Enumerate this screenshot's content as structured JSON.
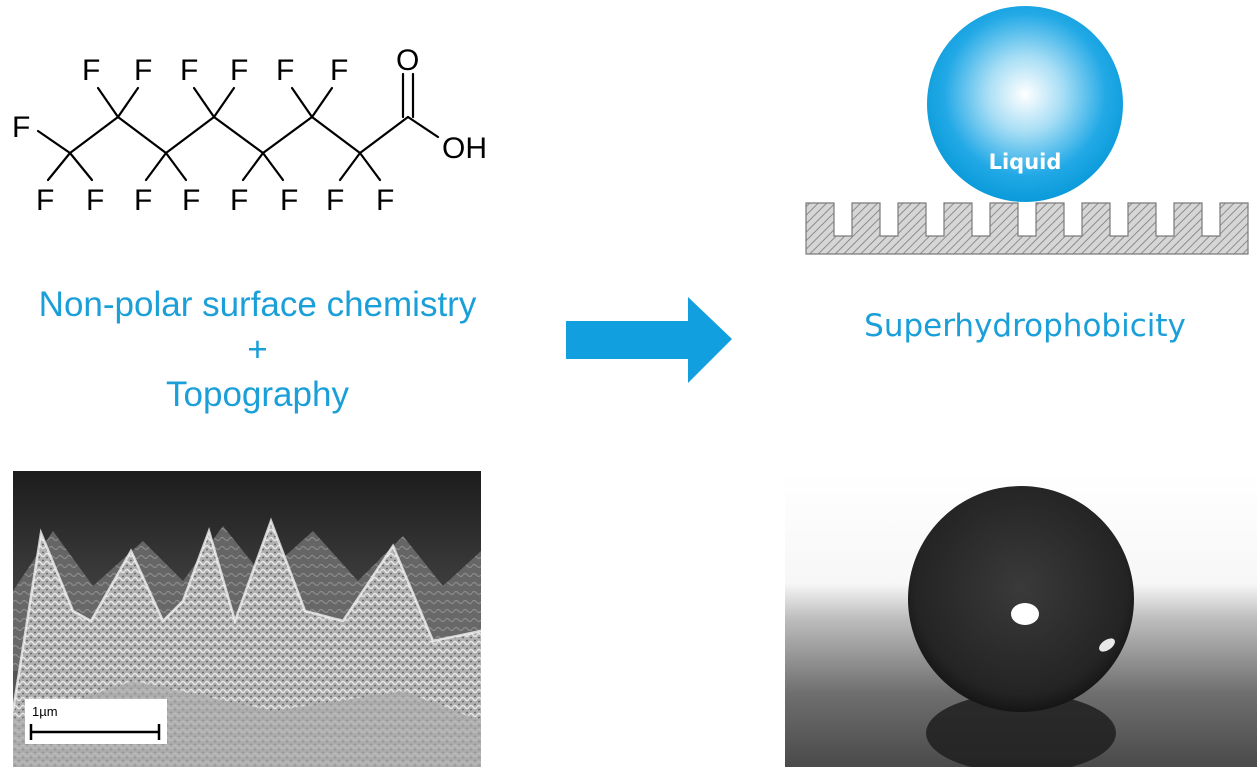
{
  "molecule": {
    "atoms": {
      "fluorine": "F",
      "oxygen": "O",
      "hydroxyl": "OH"
    }
  },
  "left_caption": {
    "line1": "Non-polar surface chemistry",
    "line2": "+",
    "line3": "Topography"
  },
  "right_caption": "Superhydrophobicity",
  "droplet": {
    "label": "Liquid"
  },
  "sem": {
    "scale_label": "1µm"
  },
  "colors": {
    "accent": "#1a9fd9",
    "droplet": "#0aa0e0",
    "surface": "#b8b8b8"
  }
}
